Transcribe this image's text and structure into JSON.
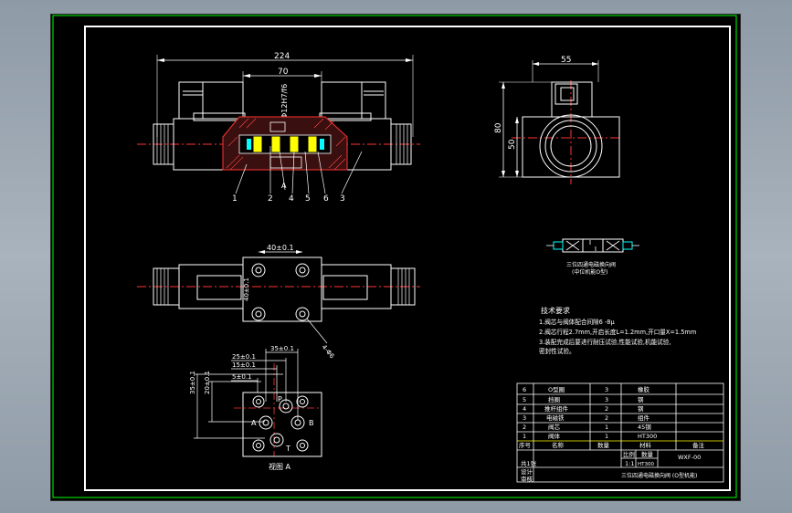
{
  "dimensions": {
    "total_length": "224",
    "spool_length": "70",
    "bore_dia": "Φ12H7/f6",
    "body_width": "55",
    "body_height": "80",
    "body_mid": "50",
    "mount_spacing": "40±0.1",
    "port_spacing_x": "35±0.1",
    "port_offset_25": "25±0.1",
    "port_offset_15": "15±0.1",
    "port_offset_5": "5±0.1",
    "vert_35": "35±0.1",
    "vert_20": "20±0.1"
  },
  "part_callouts": [
    "1",
    "2",
    "4",
    "5",
    "6",
    "3"
  ],
  "view_a_arrow": "A",
  "port_labels": {
    "p": "P",
    "a": "A",
    "b": "B",
    "t": "T"
  },
  "side_callout": "4-Φ6",
  "symbol_caption": [
    "三位四通电磁换向阀",
    "(中位机能O型)"
  ],
  "tech_notes": {
    "title": "技术要求",
    "lines": [
      "1.阀芯与阀体配合间隙6 -8μ",
      "2.阀芯行程2.7mm,开启长度L=1.2mm,开口量X=1.5mm",
      "3.装配完成后要进行耐压试验,性能试验,机能试验,",
      "   密封性试验。"
    ]
  },
  "bom": {
    "rows": [
      [
        "6",
        "O型圈",
        "3",
        "橡胶"
      ],
      [
        "5",
        "挡圈",
        "3",
        "钢"
      ],
      [
        "4",
        "推杆组件",
        "2",
        "钢"
      ],
      [
        "3",
        "电磁铁",
        "2",
        "组件"
      ],
      [
        "2",
        "阀芯",
        "1",
        "45钢"
      ],
      [
        "1",
        "阀体",
        "1",
        "HT300"
      ]
    ],
    "header": [
      "序号",
      "名称",
      "数量",
      "材料",
      "备注"
    ],
    "scale_label": "比例",
    "scale_value": "1:1",
    "qty_label": "数量",
    "material": "HT300",
    "sheet_label": "共1张",
    "drawing_code": "WXF-00",
    "title": "三位四通电磁换向阀 (O型机能)",
    "design_label": "设计",
    "check_label": "审核"
  },
  "view_label": "视图 A"
}
